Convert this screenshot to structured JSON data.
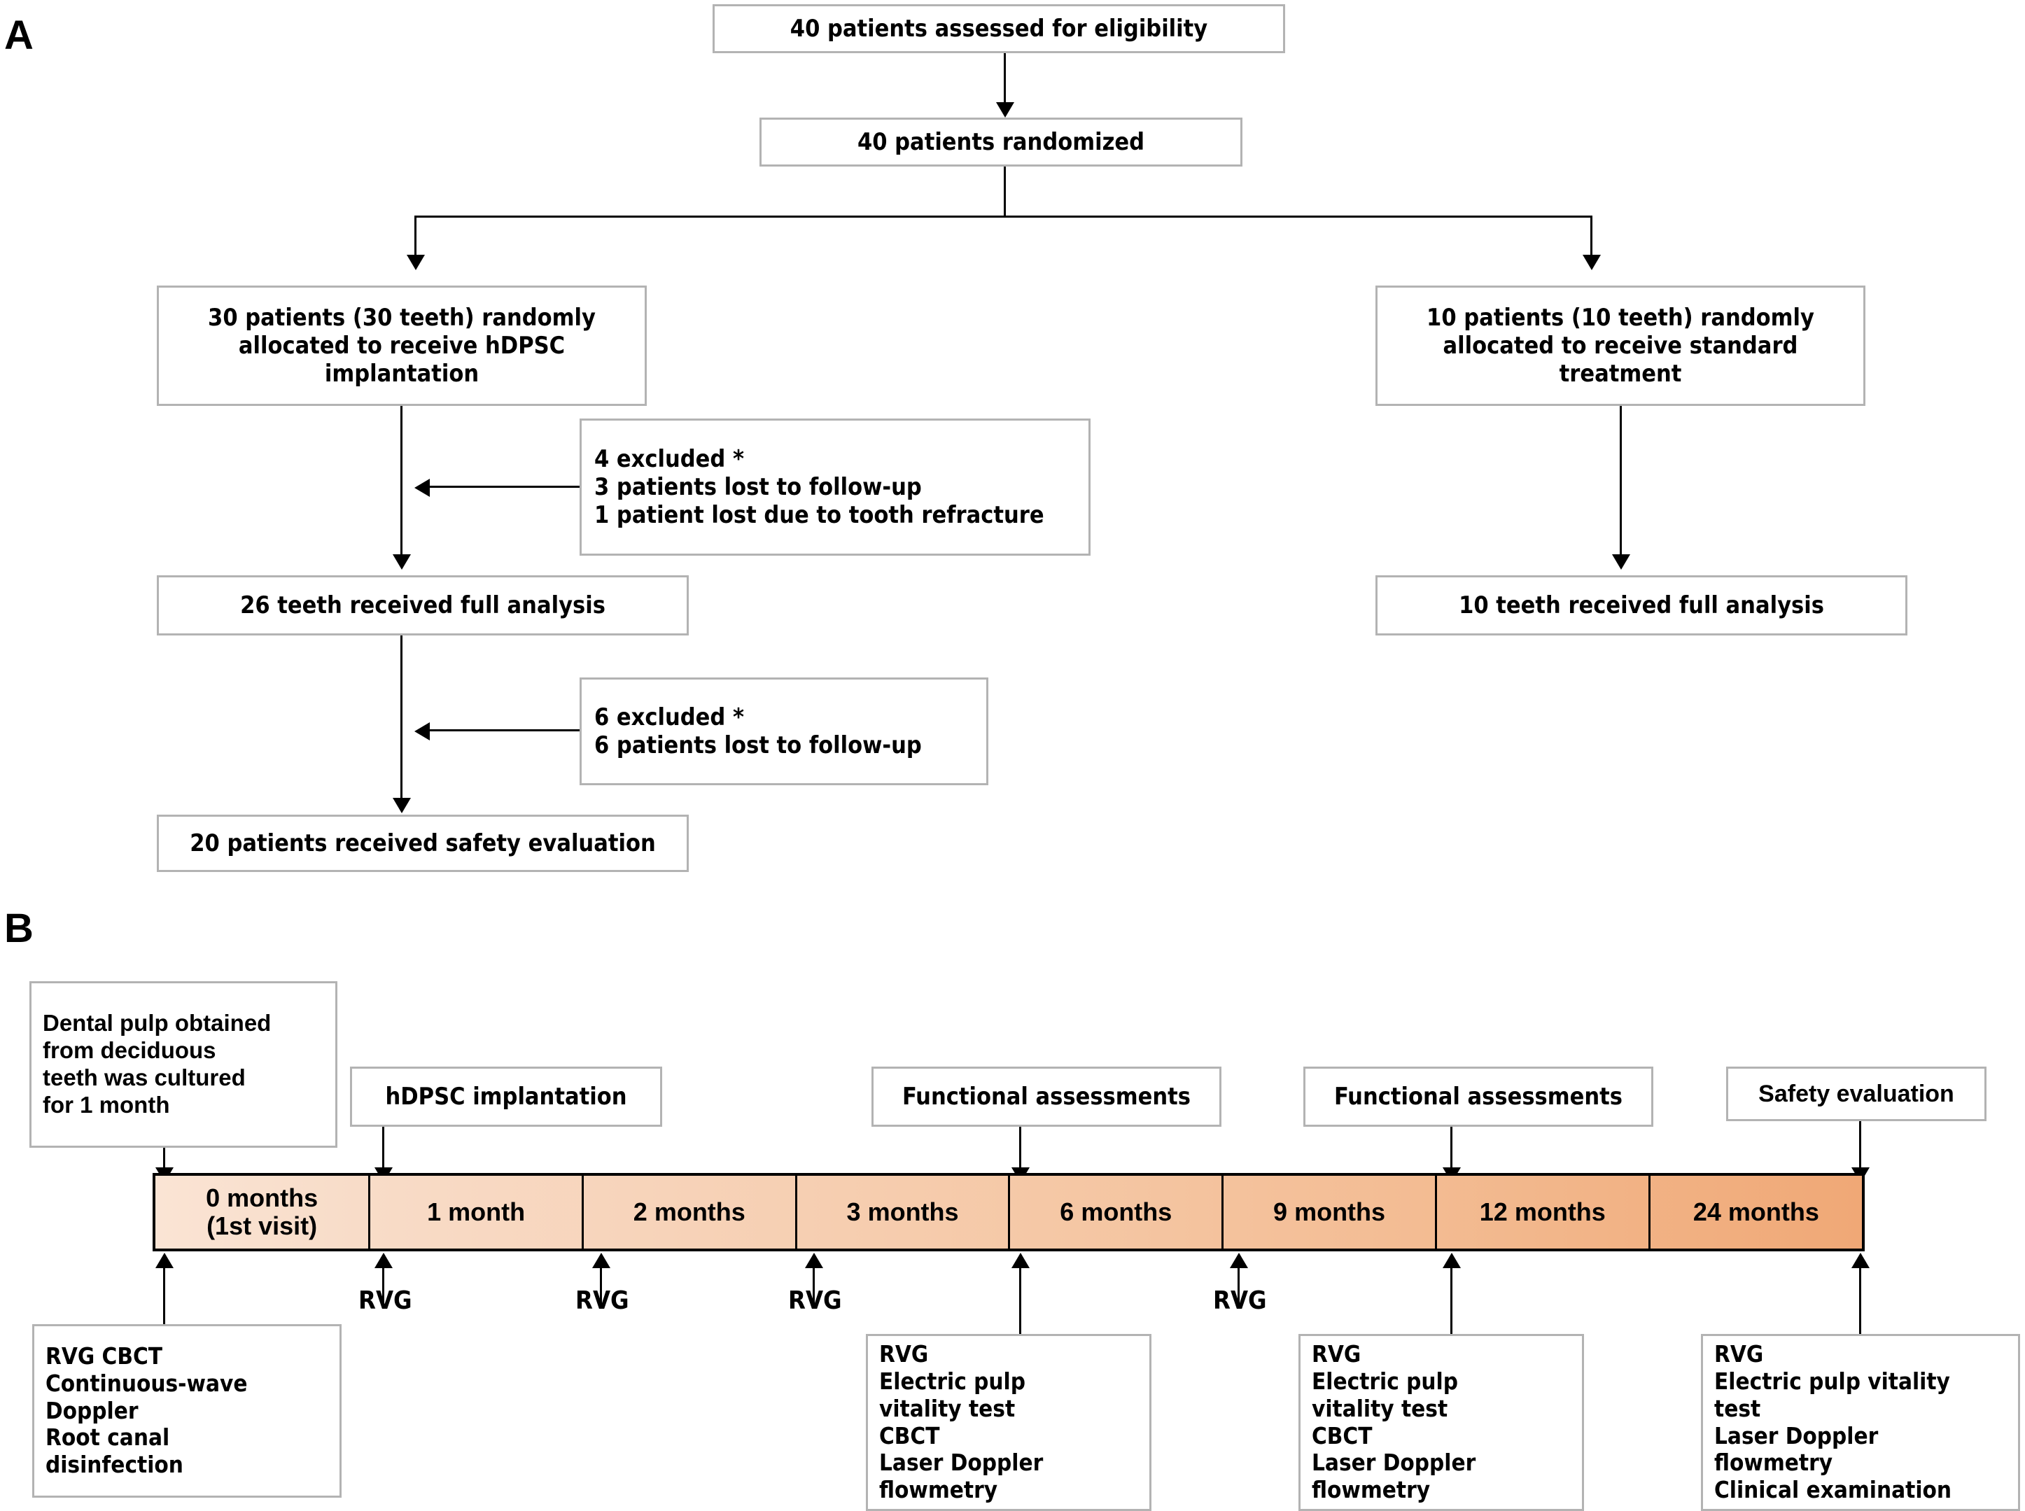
{
  "panels": {
    "a_label": "A",
    "b_label": "B"
  },
  "flowchart": {
    "eligibility": "40 patients assessed for eligibility",
    "randomized": "40 patients randomized",
    "arm_hdpsc_l1": "30 patients (30 teeth) randomly",
    "arm_hdpsc_l2": "allocated to receive hDPSC",
    "arm_hdpsc_l3": "implantation",
    "arm_standard_l1": "10 patients (10 teeth) randomly",
    "arm_standard_l2": "allocated to receive standard",
    "arm_standard_l3": "treatment",
    "excluded1_l1": "4 excluded *",
    "excluded1_l2": "3 patients lost to follow-up",
    "excluded1_l3": "1 patient lost due to tooth refracture",
    "analysis_26": "26 teeth received full analysis",
    "analysis_10": "10 teeth received full analysis",
    "excluded2_l1": "6 excluded *",
    "excluded2_l2": "6 patients  lost to follow-up",
    "safety_20": "20 patients received  safety evaluation"
  },
  "timeline": {
    "top_boxes": [
      {
        "lines": [
          "Dental pulp obtained",
          "from deciduous",
          "teeth was cultured",
          "for 1 month"
        ]
      },
      {
        "lines": [
          "hDPSC implantation"
        ]
      },
      {
        "lines": [
          "Functional assessments"
        ]
      },
      {
        "lines": [
          "Functional assessments"
        ]
      },
      {
        "lines": [
          "Safety evaluation"
        ]
      }
    ],
    "segments": [
      {
        "l1": "0 months",
        "l2": "(1st visit)"
      },
      {
        "l1": "1 month",
        "l2": ""
      },
      {
        "l1": "2 months",
        "l2": ""
      },
      {
        "l1": "3 months",
        "l2": ""
      },
      {
        "l1": "6 months",
        "l2": ""
      },
      {
        "l1": "9 months",
        "l2": ""
      },
      {
        "l1": "12 months",
        "l2": ""
      },
      {
        "l1": "24 months",
        "l2": ""
      }
    ],
    "rvg_labels": [
      "RVG",
      "RVG",
      "RVG",
      "RVG"
    ],
    "bottom_boxes": [
      {
        "lines": [
          "RVG  CBCT",
          "Continuous-wave",
          "Doppler",
          "Root canal",
          "disinfection"
        ]
      },
      {
        "lines": [
          "RVG",
          "Electric pulp",
          "vitality test",
          "CBCT",
          "Laser Doppler",
          "flowmetry"
        ]
      },
      {
        "lines": [
          "RVG",
          "Electric pulp",
          "vitality test",
          "CBCT",
          "Laser Doppler",
          "flowmetry"
        ]
      },
      {
        "lines": [
          "RVG",
          "Electric pulp vitality",
          "test",
          "Laser Doppler",
          "flowmetry",
          "Clinical examination"
        ]
      }
    ]
  },
  "colors": {
    "box_border": "#b3b3b3",
    "timeline_start": "#fae4d4",
    "timeline_end": "#f0a876",
    "line": "#000000"
  }
}
